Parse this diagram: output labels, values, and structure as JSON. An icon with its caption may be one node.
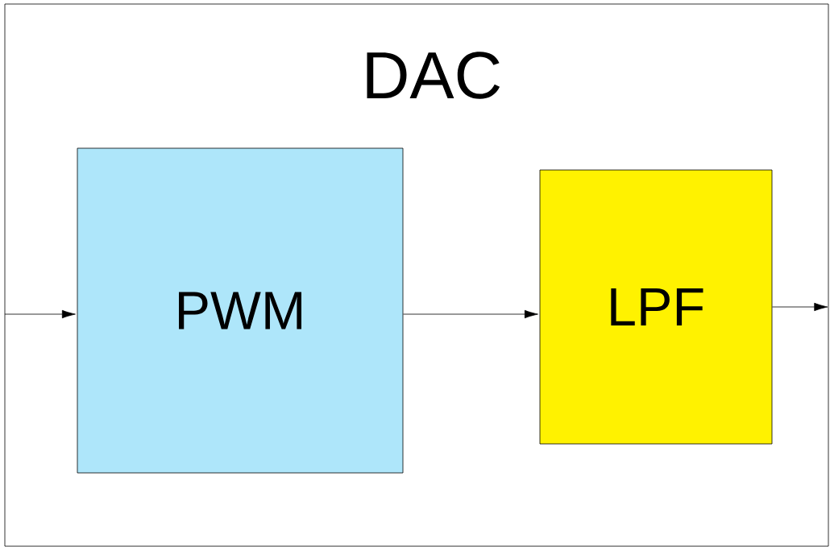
{
  "diagram": {
    "nodes": [
      {
        "text": [
          "DAC"
        ]
      },
      {
        "text": [
          "PWM"
        ],
        "in": 0
      },
      {
        "text": [
          "LPF"
        ],
        "in": 0
      }
    ],
    "edges": [
      {
        "from": null,
        "to": 1,
        "arrow": "to"
      },
      {
        "from": 1,
        "to": 2,
        "arrow": "to"
      },
      {
        "from": 2,
        "to": null,
        "arrow": "to"
      }
    ]
  }
}
